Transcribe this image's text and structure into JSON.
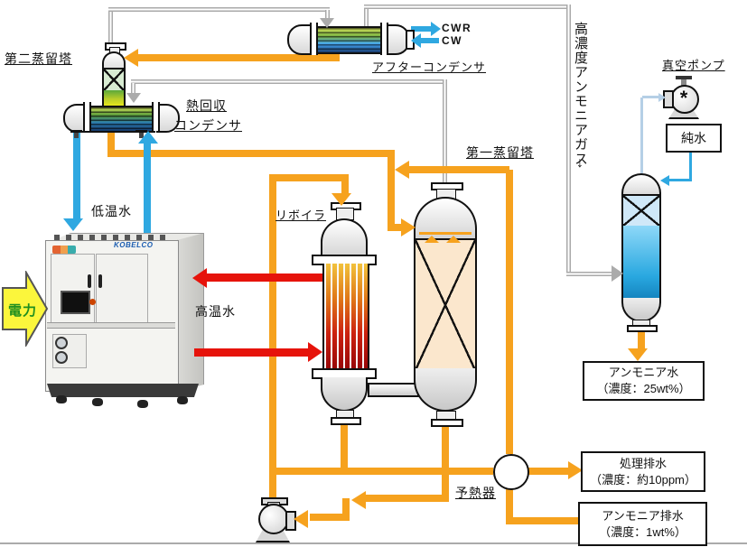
{
  "labels": {
    "distillation_column_2": "第二蒸留塔",
    "heat_recovery_condenser_line1": "熱回収",
    "heat_recovery_condenser_line2": "コンデンサ",
    "after_condenser": "アフターコンデンサ",
    "distillation_column_1": "第一蒸留塔",
    "reboiler": "リボイラ",
    "preheater": "予熱器",
    "vacuum_pump": "真空ポンプ",
    "pure_water": "純水",
    "high_conc_ammonia_gas": "高濃度アンモニアガス",
    "gas_down_arrow": "↓",
    "cwr": "CWR",
    "cw": "CW",
    "low_temp_water": "低温水",
    "high_temp_water": "高温水",
    "electric_power": "電力",
    "kobelco_logo": "KOBELCO",
    "pump_symbol": "*"
  },
  "output_boxes": {
    "ammonia_water": {
      "line1": "アンモニア水",
      "line2": "（濃度：25wt%）"
    },
    "treated_water": {
      "line1": "処理排水",
      "line2": "（濃度：約10ppm）"
    },
    "ammonia_wastewater": {
      "line1": "アンモニア排水",
      "line2": "（濃度：1wt%）"
    }
  },
  "colors": {
    "pipe_orange": "#F6A21E",
    "water_blue": "#2FA8E1",
    "hot_red": "#E6130B",
    "pipe_gray": "#A9A9A9",
    "vacuum_line_blue": "#B5CFE6",
    "power_arrow_yellow": "#FBF63C",
    "power_text_green": "#1F8F1F",
    "kobelco_blue": "#1A5CB0"
  },
  "icons": {
    "pump": "circle-with-impeller-asterisk",
    "preheater": "open-circle-junction",
    "spray_nozzle": "orange-chevrons"
  }
}
